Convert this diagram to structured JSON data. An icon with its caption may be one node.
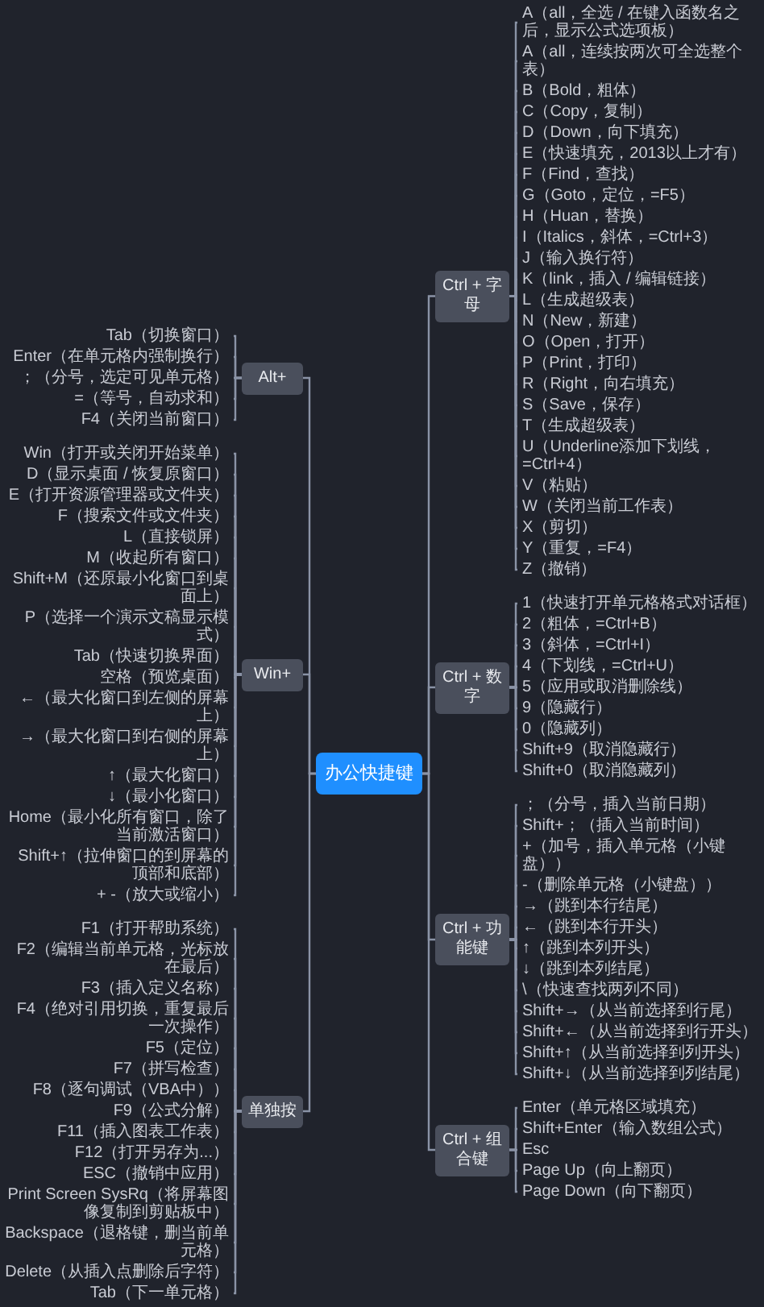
{
  "diagram": {
    "nodes": [
      {
        "text": [
          "办公快捷键"
        ]
      },
      {
        "text": [
          "Alt+"
        ]
      },
      {
        "text": [
          "Tab（切换窗口）"
        ]
      },
      {
        "text": [
          "Enter（在单元格内强制换行）"
        ]
      },
      {
        "text": [
          "；（分号，选定可见单元格）"
        ]
      },
      {
        "text": [
          "=（等号，自动求和）"
        ]
      },
      {
        "text": [
          "F4（关闭当前窗口）"
        ]
      },
      {
        "text": [
          "Win+"
        ]
      },
      {
        "text": [
          "Win（打开或关闭开始菜单）"
        ]
      },
      {
        "text": [
          "D（显示桌面 / 恢复原窗口）"
        ]
      },
      {
        "text": [
          "E（打开资源管理器或文件夹）"
        ]
      },
      {
        "text": [
          "F（搜索文件或文件夹）"
        ]
      },
      {
        "text": [
          "L（直接锁屏）"
        ]
      },
      {
        "text": [
          "M（收起所有窗口）"
        ]
      },
      {
        "text": [
          "Shift+M（还原最小化窗口到桌面上）"
        ]
      },
      {
        "text": [
          "P（选择一个演示文稿显示模式）"
        ]
      },
      {
        "text": [
          "Tab（快速切换界面）"
        ]
      },
      {
        "text": [
          "空格（预览桌面）"
        ]
      },
      {
        "text": [
          "←（最大化窗口到左侧的屏幕上）"
        ]
      },
      {
        "text": [
          "→（最大化窗口到右侧的屏幕上）"
        ]
      },
      {
        "text": [
          "↑（最大化窗口）"
        ]
      },
      {
        "text": [
          "↓（最小化窗口）"
        ]
      },
      {
        "text": [
          "Home（最小化所有窗口，除了当前激活窗口）"
        ]
      },
      {
        "text": [
          "Shift+↑（拉伸窗口的到屏幕的顶部和底部）"
        ]
      },
      {
        "text": [
          "+ -（放大或缩小）"
        ]
      },
      {
        "text": [
          "单独按"
        ]
      },
      {
        "text": [
          "F1（打开帮助系统）"
        ]
      },
      {
        "text": [
          "F2（编辑当前单元格，光标放在最后）"
        ]
      },
      {
        "text": [
          "F3（插入定义名称）"
        ]
      },
      {
        "text": [
          "F4（绝对引用切换，重复最后一次操作）"
        ]
      },
      {
        "text": [
          "F5（定位）"
        ]
      },
      {
        "text": [
          "F7（拼写检查）"
        ]
      },
      {
        "text": [
          "F8（逐句调试（VBA中））"
        ]
      },
      {
        "text": [
          "F9（公式分解）"
        ]
      },
      {
        "text": [
          "F11（插入图表工作表）"
        ]
      },
      {
        "text": [
          "F12（打开另存为...）"
        ]
      },
      {
        "text": [
          "ESC（撤销中应用）"
        ]
      },
      {
        "text": [
          "Print Screen SysRq（将屏幕图像复制到剪贴板中）"
        ]
      },
      {
        "text": [
          "Backspace（退格键，删当前单元格）"
        ]
      },
      {
        "text": [
          "Delete（从插入点删除后字符）"
        ]
      },
      {
        "text": [
          "Tab（下一单元格）"
        ]
      },
      {
        "text": [
          "Ctrl + 字母"
        ]
      },
      {
        "text": [
          "A（all，全选 / 在键入函数名之后，显示公式选项板）"
        ]
      },
      {
        "text": [
          "A（all，连续按两次可全选整个表）"
        ]
      },
      {
        "text": [
          "B（Bold，粗体）"
        ]
      },
      {
        "text": [
          "C（Copy，复制）"
        ]
      },
      {
        "text": [
          "D（Down，向下填充）"
        ]
      },
      {
        "text": [
          "E（快速填充，2013以上才有）"
        ]
      },
      {
        "text": [
          "F（Find，查找）"
        ]
      },
      {
        "text": [
          "G（Goto，定位，=F5）"
        ]
      },
      {
        "text": [
          "H（Huan，替换）"
        ]
      },
      {
        "text": [
          "I（Italics，斜体，=Ctrl+3）"
        ]
      },
      {
        "text": [
          "J（输入换行符）"
        ]
      },
      {
        "text": [
          "K（link，插入 / 编辑链接）"
        ]
      },
      {
        "text": [
          "L（生成超级表）"
        ]
      },
      {
        "text": [
          "N（New，新建）"
        ]
      },
      {
        "text": [
          "O（Open，打开）"
        ]
      },
      {
        "text": [
          "P（Print，打印）"
        ]
      },
      {
        "text": [
          "R（Right，向右填充）"
        ]
      },
      {
        "text": [
          "S（Save，保存）"
        ]
      },
      {
        "text": [
          "T（生成超级表）"
        ]
      },
      {
        "text": [
          "U（Underline添加下划线，=Ctrl+4）"
        ]
      },
      {
        "text": [
          "V（粘贴）"
        ]
      },
      {
        "text": [
          "W（关闭当前工作表）"
        ]
      },
      {
        "text": [
          "X（剪切）"
        ]
      },
      {
        "text": [
          "Y（重复，=F4）"
        ]
      },
      {
        "text": [
          "Z（撤销）"
        ]
      },
      {
        "text": [
          "Ctrl + 数字"
        ]
      },
      {
        "text": [
          "1（快速打开单元格格式对话框）"
        ]
      },
      {
        "text": [
          "2（粗体，=Ctrl+B）"
        ]
      },
      {
        "text": [
          "3（斜体，=Ctrl+I）"
        ]
      },
      {
        "text": [
          "4（下划线，=Ctrl+U）"
        ]
      },
      {
        "text": [
          "5（应用或取消删除线）"
        ]
      },
      {
        "text": [
          "9（隐藏行）"
        ]
      },
      {
        "text": [
          "0（隐藏列）"
        ]
      },
      {
        "text": [
          "Shift+9（取消隐藏行）"
        ]
      },
      {
        "text": [
          "Shift+0（取消隐藏列）"
        ]
      },
      {
        "text": [
          "Ctrl + 功能键"
        ]
      },
      {
        "text": [
          "；（分号，插入当前日期）"
        ]
      },
      {
        "text": [
          "Shift+；（插入当前时间）"
        ]
      },
      {
        "text": [
          "+（加号，插入单元格（小键盘））"
        ]
      },
      {
        "text": [
          "-（删除单元格（小键盘））"
        ]
      },
      {
        "text": [
          "→（跳到本行结尾）"
        ]
      },
      {
        "text": [
          "←（跳到本行开头）"
        ]
      },
      {
        "text": [
          "↑（跳到本列开头）"
        ]
      },
      {
        "text": [
          "↓（跳到本列结尾）"
        ]
      },
      {
        "text": [
          "\\（快速查找两列不同）"
        ]
      },
      {
        "text": [
          "Shift+→（从当前选择到行尾）"
        ]
      },
      {
        "text": [
          "Shift+←（从当前选择到行开头）"
        ]
      },
      {
        "text": [
          "Shift+↑（从当前选择到列开头）"
        ]
      },
      {
        "text": [
          "Shift+↓（从当前选择到列结尾）"
        ]
      },
      {
        "text": [
          "Ctrl + 组合键"
        ]
      },
      {
        "text": [
          "Enter（单元格区域填充）"
        ]
      },
      {
        "text": [
          "Shift+Enter（输入数组公式）"
        ]
      },
      {
        "text": [
          "Esc"
        ]
      },
      {
        "text": [
          "Page Up（向上翻页）"
        ]
      },
      {
        "text": [
          "Page Down（向下翻页）"
        ]
      }
    ],
    "edges": [
      {
        "from": 0,
        "to": 1,
        "arrow": "none"
      },
      {
        "from": 1,
        "to": 2,
        "arrow": "none"
      },
      {
        "from": 1,
        "to": 3,
        "arrow": "none"
      },
      {
        "from": 1,
        "to": 4,
        "arrow": "none"
      },
      {
        "from": 1,
        "to": 5,
        "arrow": "none"
      },
      {
        "from": 1,
        "to": 6,
        "arrow": "none"
      },
      {
        "from": 0,
        "to": 7,
        "arrow": "none"
      },
      {
        "from": 7,
        "to": 8,
        "arrow": "none"
      },
      {
        "from": 7,
        "to": 9,
        "arrow": "none"
      },
      {
        "from": 7,
        "to": 10,
        "arrow": "none"
      },
      {
        "from": 7,
        "to": 11,
        "arrow": "none"
      },
      {
        "from": 7,
        "to": 12,
        "arrow": "none"
      },
      {
        "from": 7,
        "to": 13,
        "arrow": "none"
      },
      {
        "from": 7,
        "to": 14,
        "arrow": "none"
      },
      {
        "from": 7,
        "to": 15,
        "arrow": "none"
      },
      {
        "from": 7,
        "to": 16,
        "arrow": "none"
      },
      {
        "from": 7,
        "to": 17,
        "arrow": "none"
      },
      {
        "from": 7,
        "to": 18,
        "arrow": "none"
      },
      {
        "from": 7,
        "to": 19,
        "arrow": "none"
      },
      {
        "from": 7,
        "to": 20,
        "arrow": "none"
      },
      {
        "from": 7,
        "to": 21,
        "arrow": "none"
      },
      {
        "from": 7,
        "to": 22,
        "arrow": "none"
      },
      {
        "from": 7,
        "to": 23,
        "arrow": "none"
      },
      {
        "from": 7,
        "to": 24,
        "arrow": "none"
      },
      {
        "from": 0,
        "to": 25,
        "arrow": "none"
      },
      {
        "from": 25,
        "to": 26,
        "arrow": "none"
      },
      {
        "from": 25,
        "to": 27,
        "arrow": "none"
      },
      {
        "from": 25,
        "to": 28,
        "arrow": "none"
      },
      {
        "from": 25,
        "to": 29,
        "arrow": "none"
      },
      {
        "from": 25,
        "to": 30,
        "arrow": "none"
      },
      {
        "from": 25,
        "to": 31,
        "arrow": "none"
      },
      {
        "from": 25,
        "to": 32,
        "arrow": "none"
      },
      {
        "from": 25,
        "to": 33,
        "arrow": "none"
      },
      {
        "from": 25,
        "to": 34,
        "arrow": "none"
      },
      {
        "from": 25,
        "to": 35,
        "arrow": "none"
      },
      {
        "from": 25,
        "to": 36,
        "arrow": "none"
      },
      {
        "from": 25,
        "to": 37,
        "arrow": "none"
      },
      {
        "from": 25,
        "to": 38,
        "arrow": "none"
      },
      {
        "from": 25,
        "to": 39,
        "arrow": "none"
      },
      {
        "from": 25,
        "to": 40,
        "arrow": "none"
      },
      {
        "from": 0,
        "to": 41,
        "arrow": "none"
      },
      {
        "from": 41,
        "to": 42,
        "arrow": "none"
      },
      {
        "from": 41,
        "to": 43,
        "arrow": "none"
      },
      {
        "from": 41,
        "to": 44,
        "arrow": "none"
      },
      {
        "from": 41,
        "to": 45,
        "arrow": "none"
      },
      {
        "from": 41,
        "to": 46,
        "arrow": "none"
      },
      {
        "from": 41,
        "to": 47,
        "arrow": "none"
      },
      {
        "from": 41,
        "to": 48,
        "arrow": "none"
      },
      {
        "from": 41,
        "to": 49,
        "arrow": "none"
      },
      {
        "from": 41,
        "to": 50,
        "arrow": "none"
      },
      {
        "from": 41,
        "to": 51,
        "arrow": "none"
      },
      {
        "from": 41,
        "to": 52,
        "arrow": "none"
      },
      {
        "from": 41,
        "to": 53,
        "arrow": "none"
      },
      {
        "from": 41,
        "to": 54,
        "arrow": "none"
      },
      {
        "from": 41,
        "to": 55,
        "arrow": "none"
      },
      {
        "from": 41,
        "to": 56,
        "arrow": "none"
      },
      {
        "from": 41,
        "to": 57,
        "arrow": "none"
      },
      {
        "from": 41,
        "to": 58,
        "arrow": "none"
      },
      {
        "from": 41,
        "to": 59,
        "arrow": "none"
      },
      {
        "from": 41,
        "to": 60,
        "arrow": "none"
      },
      {
        "from": 41,
        "to": 61,
        "arrow": "none"
      },
      {
        "from": 41,
        "to": 62,
        "arrow": "none"
      },
      {
        "from": 41,
        "to": 63,
        "arrow": "none"
      },
      {
        "from": 41,
        "to": 64,
        "arrow": "none"
      },
      {
        "from": 41,
        "to": 65,
        "arrow": "none"
      },
      {
        "from": 41,
        "to": 66,
        "arrow": "none"
      },
      {
        "from": 0,
        "to": 67,
        "arrow": "none"
      },
      {
        "from": 67,
        "to": 68,
        "arrow": "none"
      },
      {
        "from": 67,
        "to": 69,
        "arrow": "none"
      },
      {
        "from": 67,
        "to": 70,
        "arrow": "none"
      },
      {
        "from": 67,
        "to": 71,
        "arrow": "none"
      },
      {
        "from": 67,
        "to": 72,
        "arrow": "none"
      },
      {
        "from": 67,
        "to": 73,
        "arrow": "none"
      },
      {
        "from": 67,
        "to": 74,
        "arrow": "none"
      },
      {
        "from": 67,
        "to": 75,
        "arrow": "none"
      },
      {
        "from": 67,
        "to": 76,
        "arrow": "none"
      },
      {
        "from": 0,
        "to": 77,
        "arrow": "none"
      },
      {
        "from": 77,
        "to": 78,
        "arrow": "none"
      },
      {
        "from": 77,
        "to": 79,
        "arrow": "none"
      },
      {
        "from": 77,
        "to": 80,
        "arrow": "none"
      },
      {
        "from": 77,
        "to": 81,
        "arrow": "none"
      },
      {
        "from": 77,
        "to": 82,
        "arrow": "none"
      },
      {
        "from": 77,
        "to": 83,
        "arrow": "none"
      },
      {
        "from": 77,
        "to": 84,
        "arrow": "none"
      },
      {
        "from": 77,
        "to": 85,
        "arrow": "none"
      },
      {
        "from": 77,
        "to": 86,
        "arrow": "none"
      },
      {
        "from": 77,
        "to": 87,
        "arrow": "none"
      },
      {
        "from": 77,
        "to": 88,
        "arrow": "none"
      },
      {
        "from": 77,
        "to": 89,
        "arrow": "none"
      },
      {
        "from": 77,
        "to": 90,
        "arrow": "none"
      },
      {
        "from": 0,
        "to": 91,
        "arrow": "none"
      },
      {
        "from": 91,
        "to": 92,
        "arrow": "none"
      },
      {
        "from": 91,
        "to": 93,
        "arrow": "none"
      },
      {
        "from": 91,
        "to": 94,
        "arrow": "none"
      },
      {
        "from": 91,
        "to": 95,
        "arrow": "none"
      },
      {
        "from": 91,
        "to": 96,
        "arrow": "none"
      }
    ]
  }
}
